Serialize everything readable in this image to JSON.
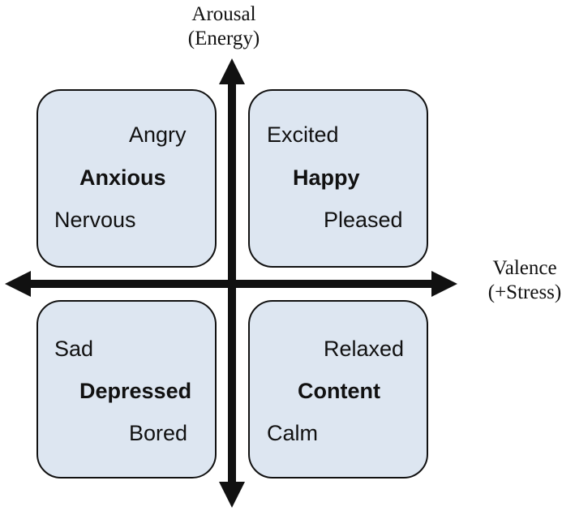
{
  "axes": {
    "vertical": {
      "line1": "Arousal",
      "line2": "(Energy)"
    },
    "horizontal": {
      "line1": "Valence",
      "line2": "(+Stress)"
    }
  },
  "quadrants": {
    "top_left": {
      "top": "Angry",
      "primary": "Anxious",
      "bottom": "Nervous"
    },
    "top_right": {
      "top": "Excited",
      "primary": "Happy",
      "bottom": "Pleased"
    },
    "bottom_left": {
      "top": "Sad",
      "primary": "Depressed",
      "bottom": "Bored"
    },
    "bottom_right": {
      "top": "Relaxed",
      "primary": "Content",
      "bottom": "Calm"
    }
  },
  "colors": {
    "box_fill": "#dde6f1",
    "stroke": "#111111"
  }
}
